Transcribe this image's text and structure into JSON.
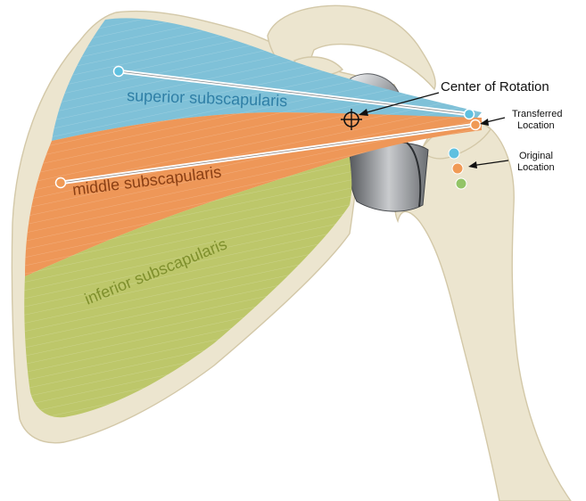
{
  "labels": {
    "superior": "superior subscapularis",
    "middle": "middle subscapularis",
    "inferior": "inferior subscapularis",
    "center_of_rotation": "Center of Rotation",
    "transferred_line1": "Transferred",
    "transferred_line2": "Location",
    "original_line1": "Original",
    "original_line2": "Location"
  },
  "colors": {
    "bone": "#ece5cf",
    "bone_shadow": "#d3c8a8",
    "superior_muscle": "#7fc1d8",
    "middle_muscle": "#ee9758",
    "inferior_muscle": "#bdc76a",
    "superior_text": "#2f7fa6",
    "middle_text": "#8a3f14",
    "inferior_text": "#7e8f2c",
    "superior_dot": "#5fc0e0",
    "middle_dot": "#f09a55",
    "inferior_dot": "#93c467",
    "metal": "#9ea1a6"
  }
}
